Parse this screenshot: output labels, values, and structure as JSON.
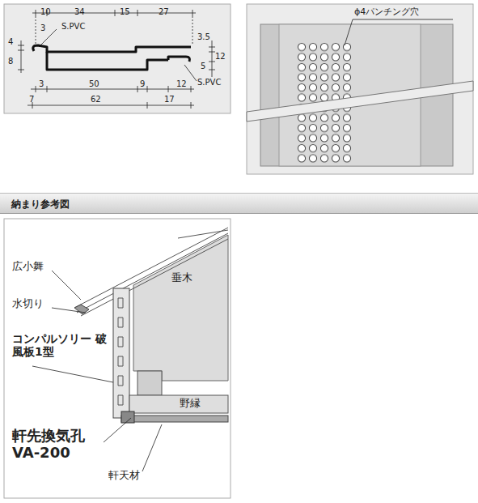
{
  "diagram": {
    "nodes": [
      {
        "text": [
          "納まり参考図"
        ]
      }
    ],
    "labels": [
      "10",
      "34",
      "15",
      "27",
      "3",
      "S.PVC",
      "4",
      "8",
      "3.5",
      "12",
      "5",
      "S.PVC",
      "3",
      "50",
      "9",
      "12",
      "7",
      "62",
      "17",
      "ϕ4パンチング穴",
      "広小舞",
      "垂木",
      "水切り",
      "コンパルソリー 破風板1型",
      "野縁",
      "軒先換気孔 VA-200",
      "軒天材"
    ]
  }
}
